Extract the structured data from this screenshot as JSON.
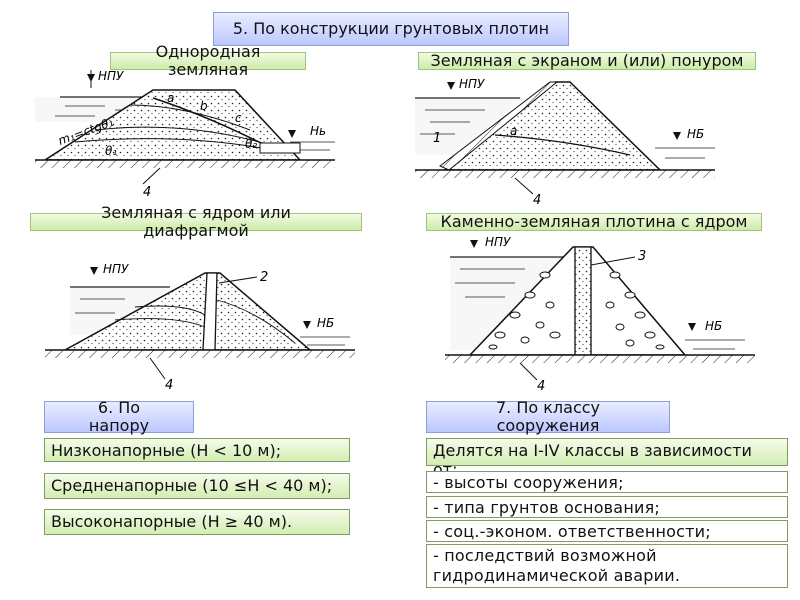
{
  "section5": {
    "title": "5. По конструкции грунтовых плотин"
  },
  "dam_types": {
    "homogeneous": "Однородная земляная",
    "screen": "Земляная с экраном и (или) понуром",
    "core": "Земляная с ядром или диафрагмой",
    "rockfill": "Каменно-земляная плотина с ядром"
  },
  "diagram_labels": {
    "npu": "НПУ",
    "nb_a": "Нь",
    "nb": "НБ",
    "slope_a": "m₁=ctgθ₁",
    "a": "a",
    "b": "b",
    "c": "c",
    "d1": "θ₁",
    "d2": "θ₂",
    "n1": "1",
    "n2": "2",
    "n3": "3",
    "n4": "4"
  },
  "section6": {
    "title": "6. По напору",
    "items": [
      "Низконапорные (H < 10 м);",
      "Средненапорные (10 ≤H < 40 м);",
      "Высоконапорные (H ≥ 40 м)."
    ]
  },
  "section7": {
    "title": "7. По классу сооружения",
    "intro": "Делятся на I-IV классы в зависимости от:",
    "items": [
      "- высоты сооружения;",
      "- типа грунтов основания;",
      "- соц.-эконом. ответственности;",
      "- последствий возможной гидродинамической аварии."
    ]
  }
}
